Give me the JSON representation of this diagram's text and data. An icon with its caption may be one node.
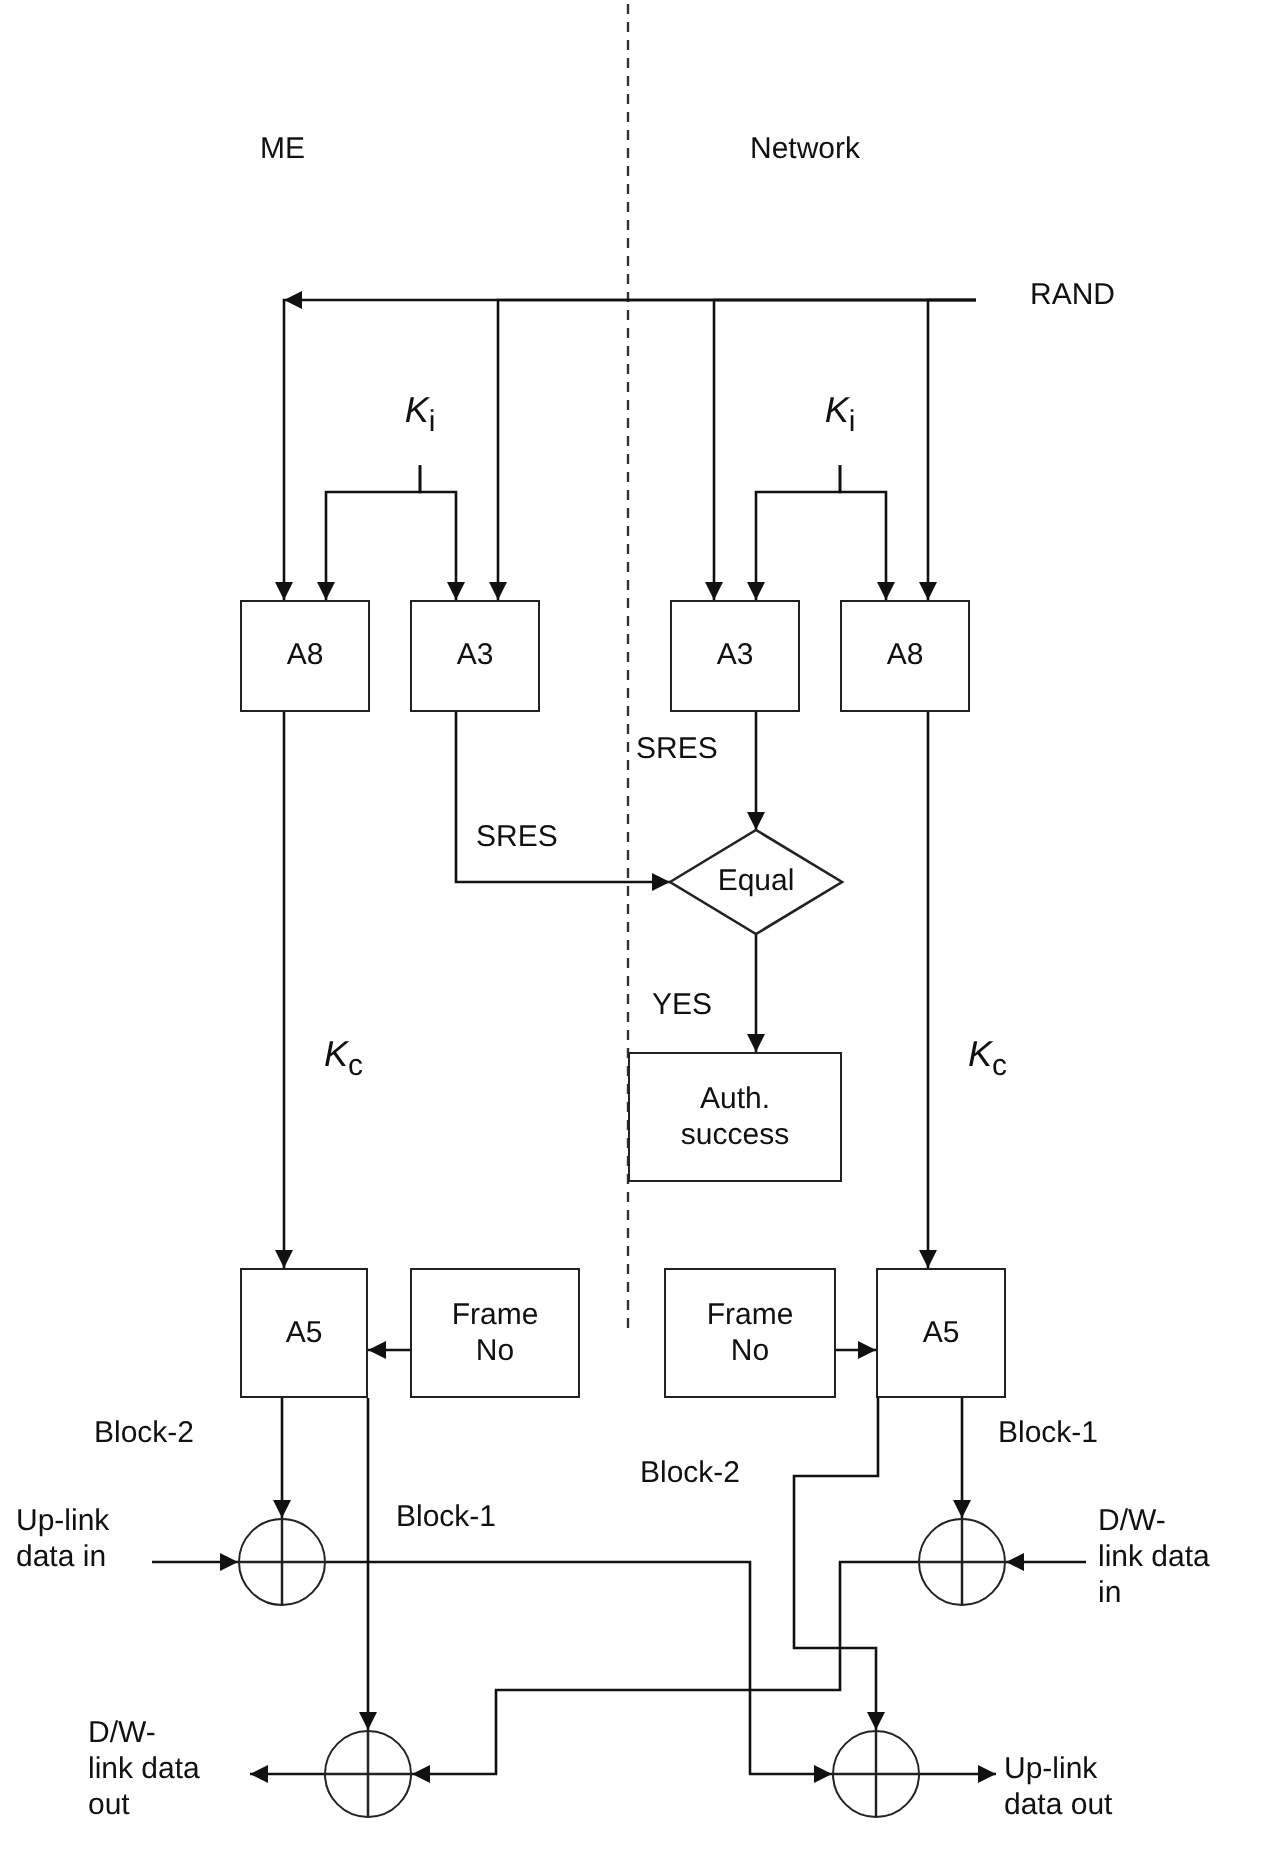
{
  "diagram": {
    "nodes": [
      {
        "text": [
          "RAND"
        ]
      },
      {
        "text": [
          "*K*$_{i}$"
        ]
      },
      {
        "text": [
          "*K*$_{i}$"
        ]
      },
      {
        "text": [
          "A8"
        ]
      },
      {
        "text": [
          "A3"
        ]
      },
      {
        "text": [
          "A3"
        ]
      },
      {
        "text": [
          "A8"
        ]
      },
      {
        "text": [
          "Equal"
        ]
      },
      {
        "text": [
          "Auth. success"
        ]
      },
      {
        "text": [
          "A5"
        ]
      },
      {
        "text": [
          "Frame No"
        ]
      },
      {
        "text": [
          "Frame No"
        ]
      },
      {
        "text": [
          "A5"
        ]
      },
      {
        "text": [
          "Up-link data in"
        ]
      },
      {
        "text": [],
        "shape": "circle"
      },
      {
        "text": [],
        "shape": "circle"
      },
      {
        "text": [
          "D/W- link data in"
        ]
      },
      {
        "text": [
          "D/W- link data out"
        ]
      },
      {
        "text": [],
        "shape": "circle"
      },
      {
        "text": [],
        "shape": "circle"
      },
      {
        "text": [
          "Up-link data out"
        ]
      }
    ],
    "edges": [
      {
        "from": 0,
        "to": 3,
        "arrow": "to"
      },
      {
        "from": 0,
        "to": 4,
        "arrow": "to"
      },
      {
        "from": 0,
        "to": 5,
        "arrow": "to"
      },
      {
        "from": 0,
        "to": 6,
        "arrow": "to"
      },
      {
        "from": 1,
        "to": 3,
        "arrow": "to"
      },
      {
        "from": 1,
        "to": 4,
        "arrow": "to"
      },
      {
        "from": 2,
        "to": 5,
        "arrow": "to"
      },
      {
        "from": 2,
        "to": 6,
        "arrow": "to"
      },
      {
        "from": 4,
        "to": 7,
        "arrow": "to",
        "label": "SRES"
      },
      {
        "from": 5,
        "to": 7,
        "arrow": "to",
        "label": "SRES"
      },
      {
        "from": 7,
        "to": 8,
        "arrow": "to",
        "label": "YES"
      },
      {
        "from": 3,
        "to": 9,
        "arrow": "to",
        "label": "*K*$_{c}$"
      },
      {
        "from": 6,
        "to": 12,
        "arrow": "to",
        "label": "*K*$_{c}$"
      },
      {
        "from": 10,
        "to": 9,
        "arrow": "to"
      },
      {
        "from": 11,
        "to": 12,
        "arrow": "to"
      },
      {
        "from": 9,
        "to": 14,
        "arrow": "to",
        "label": "Block-2"
      },
      {
        "from": 9,
        "to": 18,
        "arrow": "to",
        "label": "Block-1"
      },
      {
        "from": 12,
        "to": 15,
        "arrow": "to",
        "label": "Block-1"
      },
      {
        "from": 12,
        "to": 19,
        "arrow": "to",
        "label": "Block-2"
      },
      {
        "from": 13,
        "to": 14,
        "arrow": "to"
      },
      {
        "from": 14,
        "to": 19,
        "arrow": "to"
      },
      {
        "from": 16,
        "to": 15,
        "arrow": "to"
      },
      {
        "from": 15,
        "to": 18,
        "arrow": "to"
      },
      {
        "from": 18,
        "to": 17,
        "arrow": "to"
      },
      {
        "from": 19,
        "to": 20,
        "arrow": "to"
      }
    ],
    "labels": [
      "ME",
      "Network"
    ]
  }
}
